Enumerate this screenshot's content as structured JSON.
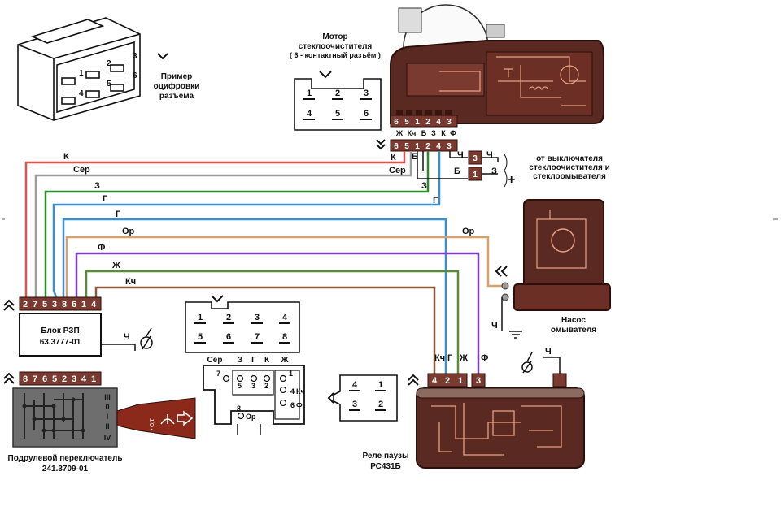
{
  "wire_colors": {
    "K": "#d9534f",
    "Ser": "#9c9c9c",
    "Z": "#2c8a2c",
    "G": "#3a8fd0",
    "Or": "#d9a06a",
    "F": "#7b3fbf",
    "Zh": "#5a8a3a",
    "Kch": "#8b5a3a"
  },
  "texts": {
    "connector_example": [
      "Пример",
      "оцифровки",
      "разъёма"
    ],
    "motor": [
      "Мотор",
      "стеклоочистителя",
      "( 6 - контактный разъём )"
    ],
    "switch_ref": [
      "от выключателя",
      "стеклоочистителя и",
      "стеклоомывателя"
    ],
    "block": [
      "Блок РЗП",
      "63.3777-01"
    ],
    "steering": [
      "Подрулевой переключатель",
      "241.3709-01"
    ],
    "pump": [
      "Насос",
      "омывателя"
    ],
    "relay": [
      "Реле паузы",
      "РС431Б"
    ]
  },
  "wire_labels": {
    "K": "К",
    "Ser": "Сер",
    "Z": "З",
    "G": "Г",
    "G2": "Г",
    "Or": "Ор",
    "Or2": "Ор",
    "F": "Ф",
    "Zh": "Ж",
    "Kch": "Кч",
    "Ch": "Ч",
    "Ch2": "Ч",
    "B": "Б",
    "Z2": "З",
    "Ch3": "Ч",
    "Ch4": "Ч"
  },
  "motor_pins_top": [
    "6",
    "5",
    "1",
    "2",
    "4",
    "3"
  ],
  "motor_wire_letters": [
    "Ж",
    "Кч",
    "Б",
    "З",
    "К",
    "Ф"
  ],
  "motor_pins_bottom": [
    "6",
    "5",
    "1",
    "2",
    "4",
    "3"
  ],
  "motor_connector_rows": [
    [
      "1",
      "2",
      "3"
    ],
    [
      "4",
      "5",
      "6"
    ]
  ],
  "example_pins": [
    "3",
    "2",
    "1",
    "6",
    "5",
    "4"
  ],
  "block_top_pins": [
    "2",
    "7",
    "5",
    "3",
    "8",
    "6",
    "1",
    "4"
  ],
  "switch_pins": [
    "8",
    "7",
    "6",
    "5",
    "2",
    "3",
    "4",
    "1"
  ],
  "block_connector_rows": [
    [
      "1",
      "2",
      "3",
      "4"
    ],
    [
      "5",
      "6",
      "7",
      "8"
    ]
  ],
  "block_socket": {
    "top_labels": [
      "Сер",
      "З",
      "Г",
      "К",
      "Ж"
    ],
    "nums": [
      "7",
      "5",
      "3",
      "2",
      "1",
      "4",
      "6",
      "8"
    ],
    "side_labels": [
      "Кч",
      "Ф",
      "Ор"
    ]
  },
  "relay_connector": [
    "4",
    "1",
    "3",
    "2"
  ],
  "relay_pins": [
    "4",
    "2",
    "1",
    "3"
  ],
  "relay_pin_letters": [
    "Кч",
    "Г",
    "Ж",
    "Ф"
  ],
  "switch_relay_pins": [
    "3",
    "1"
  ],
  "switch_positions": [
    "III",
    "0",
    "I",
    "II",
    "IV"
  ],
  "lever_text": "J/O • B"
}
